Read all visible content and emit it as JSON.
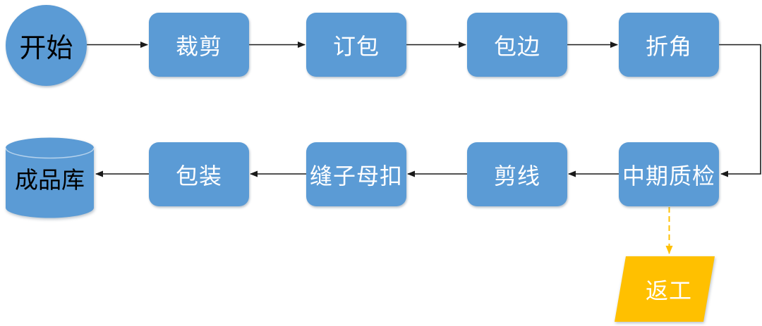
{
  "diagram": {
    "background": "#ffffff",
    "colors": {
      "node_fill": "#5B9BD5",
      "rework_fill": "#FFC000",
      "connector": "#1a1a1a",
      "rework_connector": "#FFC000",
      "process_text": "#ffffff",
      "terminal_text": "#000000"
    },
    "nodes": {
      "start": {
        "label": "开始",
        "shape": "circle"
      },
      "cutting": {
        "label": "裁剪",
        "shape": "process"
      },
      "bag_stitching": {
        "label": "订包",
        "shape": "process"
      },
      "edge_binding": {
        "label": "包边",
        "shape": "process"
      },
      "corner_folding": {
        "label": "折角",
        "shape": "process"
      },
      "mid_inspection": {
        "label": "中期质检",
        "shape": "process"
      },
      "thread_trimming": {
        "label": "剪线",
        "shape": "process"
      },
      "snap_button_sewing": {
        "label": "缝子母扣",
        "shape": "process"
      },
      "packing": {
        "label": "包装",
        "shape": "process"
      },
      "finished_warehouse": {
        "label": "成品库",
        "shape": "cylinder"
      },
      "rework": {
        "label": "返工",
        "shape": "parallelogram"
      }
    },
    "edges": [
      {
        "from": "start",
        "to": "cutting",
        "style": "solid"
      },
      {
        "from": "cutting",
        "to": "bag_stitching",
        "style": "solid"
      },
      {
        "from": "bag_stitching",
        "to": "edge_binding",
        "style": "solid"
      },
      {
        "from": "edge_binding",
        "to": "corner_folding",
        "style": "solid"
      },
      {
        "from": "corner_folding",
        "to": "mid_inspection",
        "style": "solid-elbow"
      },
      {
        "from": "mid_inspection",
        "to": "thread_trimming",
        "style": "solid"
      },
      {
        "from": "thread_trimming",
        "to": "snap_button_sewing",
        "style": "solid"
      },
      {
        "from": "snap_button_sewing",
        "to": "packing",
        "style": "solid"
      },
      {
        "from": "packing",
        "to": "finished_warehouse",
        "style": "solid"
      },
      {
        "from": "mid_inspection",
        "to": "rework",
        "style": "dashed"
      }
    ]
  }
}
